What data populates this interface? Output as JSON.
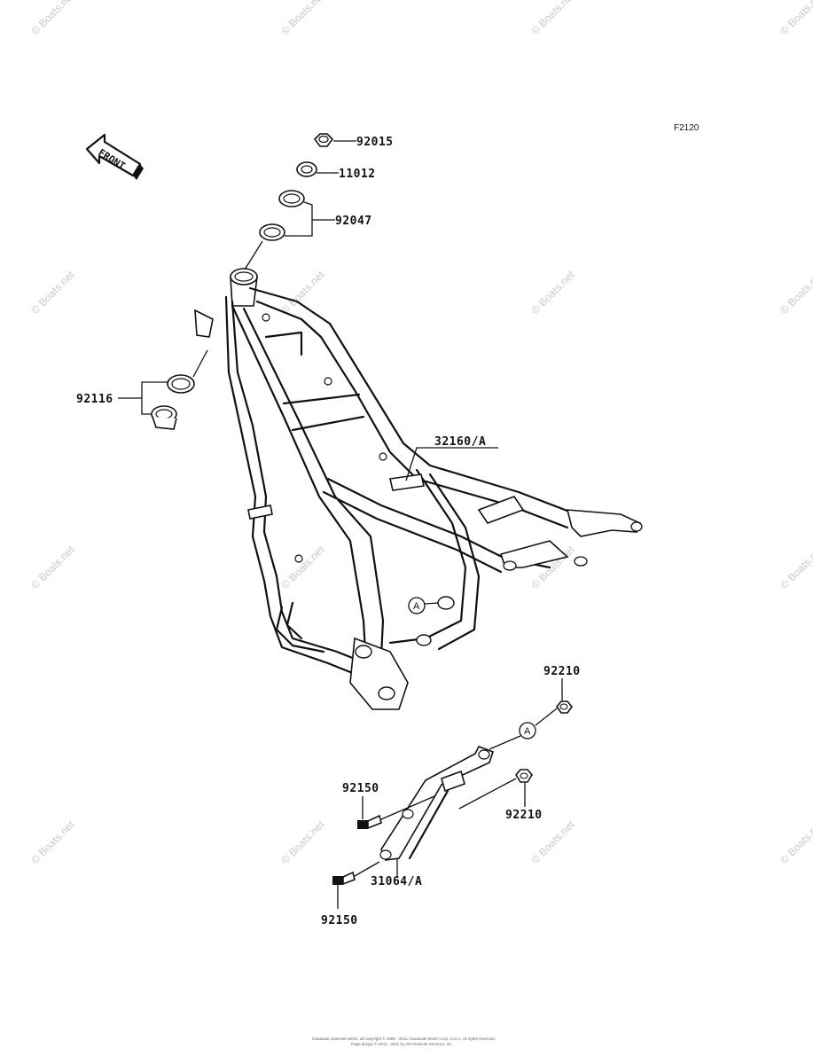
{
  "diagram": {
    "code": "F2120",
    "front_label": "FRONT",
    "parts": {
      "p92015": "92015",
      "p11012": "11012",
      "p92047": "92047",
      "p92116": "92116",
      "p32160": "32160/A",
      "p92210_top": "92210",
      "p92210_bottom": "92210",
      "p92150_top": "92150",
      "p92150_bottom": "92150",
      "p31064": "31064/A"
    },
    "ref_marks": {
      "frame_mark": "A",
      "bracket_mark": "A"
    }
  },
  "watermark": "© Boats.net",
  "footer": {
    "line1": "Kawasaki materials within, all copyright © 1995 - 2011, Kawasaki Motor Corp. U.S.A. All rights reserved.",
    "line2": "Page design © 2011 - 2011 by ARI Network Services, Inc."
  }
}
